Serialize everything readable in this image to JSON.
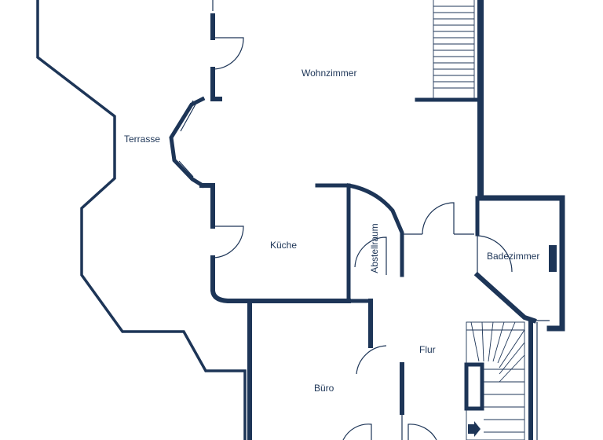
{
  "plan": {
    "rooms": {
      "wohnzimmer": "Wohnzimmer",
      "terrasse": "Terrasse",
      "kueche": "Küche",
      "abstellraum": "Abstellraum",
      "badezimmer": "Badezimmer",
      "flur": "Flur",
      "buero": "Büro"
    },
    "colors": {
      "wall": "#1d3557",
      "background": "#ffffff"
    }
  }
}
